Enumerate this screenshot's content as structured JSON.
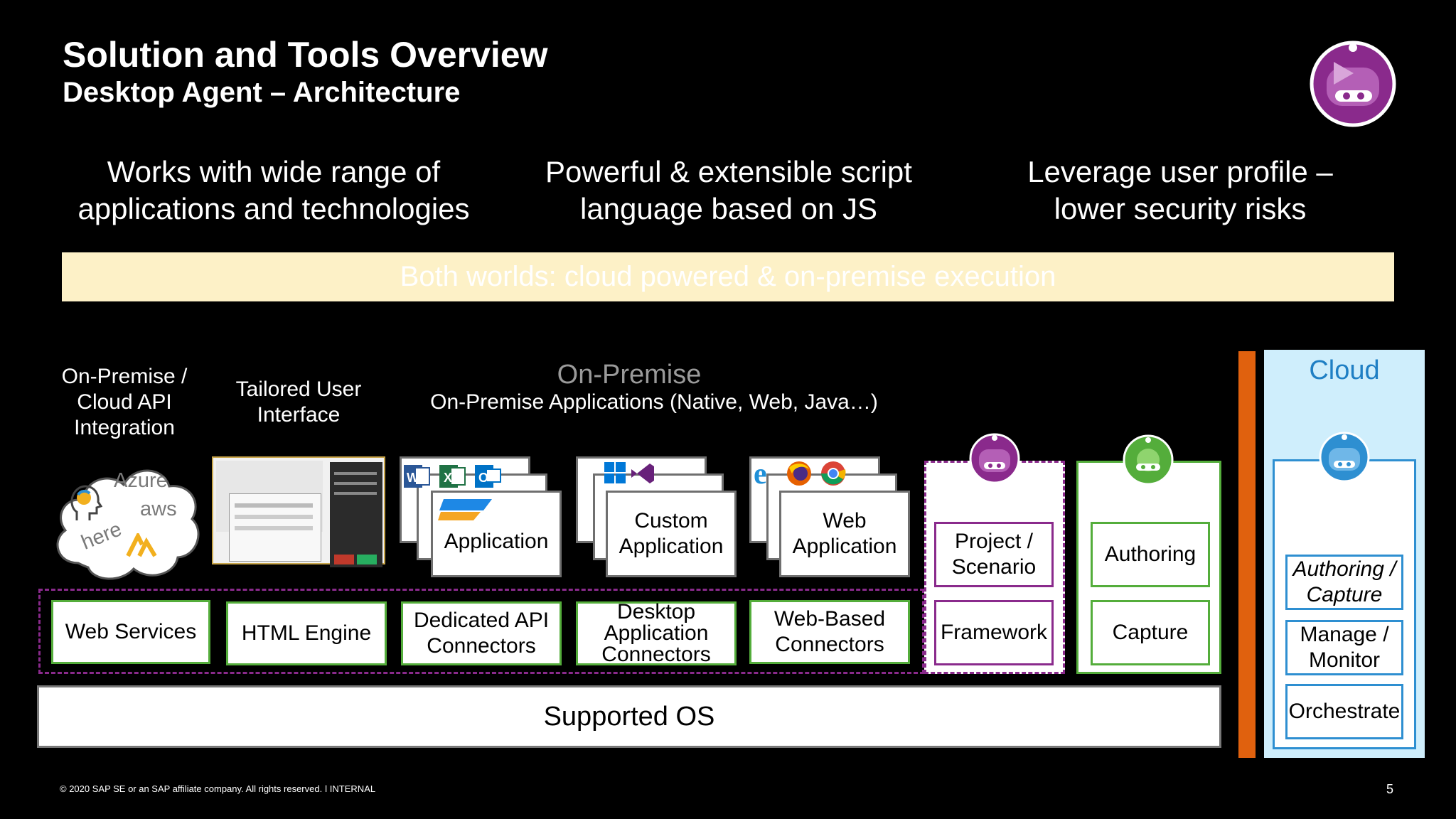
{
  "header": {
    "title": "Solution and Tools Overview",
    "subtitle": "Desktop Agent – Architecture"
  },
  "headlines": [
    {
      "line1": "Works with wide range of",
      "line2": "applications and technologies"
    },
    {
      "line1": "Powerful & extensible script",
      "line2": "language based on JS"
    },
    {
      "line1": "Leverage user profile –",
      "line2": "lower security risks"
    }
  ],
  "banner": "Both worlds: cloud powered & on-premise execution",
  "sections": {
    "integration": {
      "line1": "On-Premise /",
      "line2": "Cloud API",
      "line3": "Integration"
    },
    "tailored_ui": {
      "line1": "Tailored User",
      "line2": "Interface"
    },
    "on_premise_title": "On-Premise",
    "on_premise_sub": "On-Premise Applications (Native, Web, Java…)",
    "cloud_title": "Cloud"
  },
  "cloud_logos": {
    "azure": "Azure",
    "aws": "aws",
    "here": "here"
  },
  "apps": {
    "application": "Application",
    "custom": {
      "line1": "Custom",
      "line2": "Application"
    },
    "web": {
      "line1": "Web",
      "line2": "Application"
    }
  },
  "connectors": [
    {
      "line1": "Web Services",
      "line2": ""
    },
    {
      "line1": "HTML Engine",
      "line2": ""
    },
    {
      "line1": "Dedicated API",
      "line2": "Connectors"
    },
    {
      "line1": "Desktop",
      "line2": "Application",
      "line3": "Connectors"
    },
    {
      "line1": "Web-Based",
      "line2": "Connectors"
    }
  ],
  "agent": {
    "project": {
      "line1": "Project /",
      "line2": "Scenario"
    },
    "framework": "Framework"
  },
  "studio": {
    "authoring": "Authoring",
    "capture": "Capture"
  },
  "cloud": {
    "authoring_capture": {
      "line1": "Authoring /",
      "line2": "Capture"
    },
    "manage": {
      "line1": "Manage /",
      "line2": "Monitor"
    },
    "orchestrate": "Orchestrate"
  },
  "os": "Supported OS",
  "footer": {
    "copyright": "© 2020 SAP SE or an SAP affiliate company. All rights reserved.  ǀ  INTERNAL",
    "page": "5"
  },
  "colors": {
    "banner": "#fdf1c7",
    "orange_bar": "#e0610e",
    "cloud_panel": "#cfeefc",
    "purple": "#8a2a8c",
    "green": "#54ad3b",
    "blue": "#2e8fd1"
  },
  "icons": [
    "robot-logo-icon",
    "word-icon",
    "excel-icon",
    "outlook-icon",
    "windows-icon",
    "visual-studio-icon",
    "ie-icon",
    "firefox-icon",
    "chrome-icon",
    "cloud-icon"
  ]
}
